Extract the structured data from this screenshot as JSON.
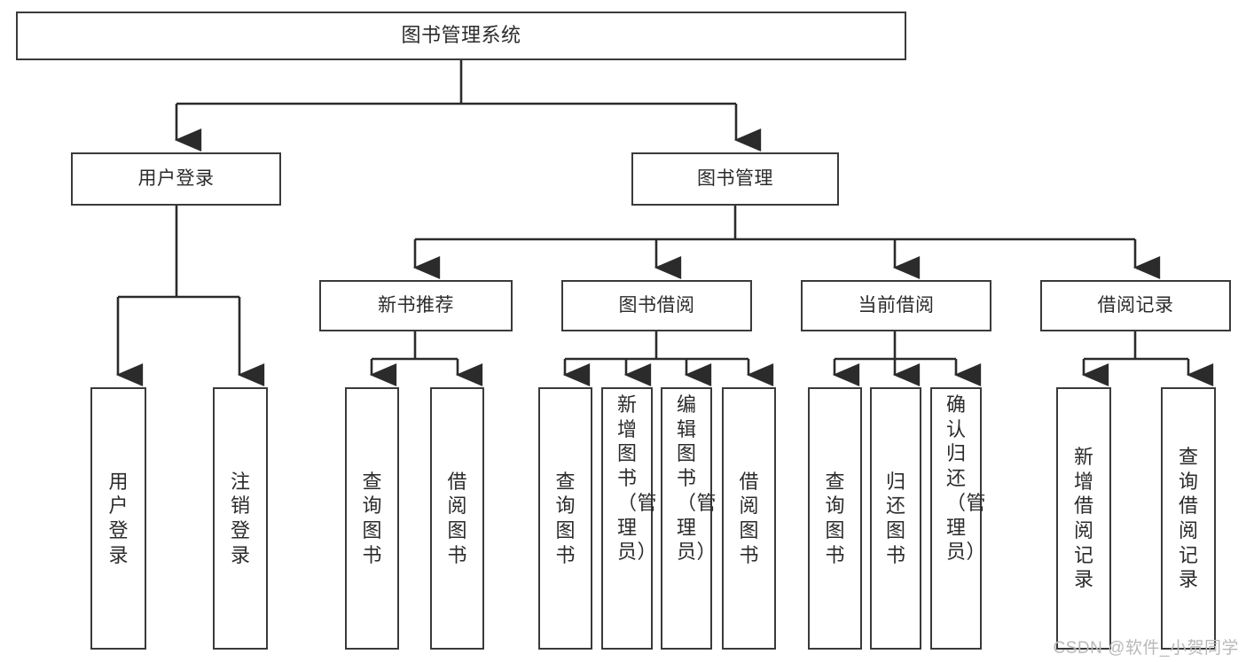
{
  "diagram": {
    "title": "图书管理系统",
    "type": "tree",
    "orientation": "top-down",
    "colors": {
      "box_border": "#3a3a3a",
      "box_fill": "#ffffff",
      "edge": "#2b2b2b",
      "text": "#2b2b2b",
      "watermark": "#b9b9b9",
      "background": "#ffffff"
    },
    "watermark": "CSDN @软件_小贺同学",
    "nodes": {
      "root": {
        "label": "图书管理系统"
      },
      "level1": [
        {
          "id": "user-login",
          "label": "用户登录"
        },
        {
          "id": "book-management",
          "label": "图书管理"
        }
      ],
      "level2": [
        {
          "id": "new-book-recommend",
          "label": "新书推荐"
        },
        {
          "id": "book-borrow",
          "label": "图书借阅"
        },
        {
          "id": "current-borrow",
          "label": "当前借阅"
        },
        {
          "id": "borrow-record",
          "label": "借阅记录"
        }
      ],
      "leaves": [
        {
          "id": "leaf-user-login",
          "label": "用户登录",
          "parent": "user-login"
        },
        {
          "id": "leaf-logout-login",
          "label": "注销登录",
          "parent": "user-login"
        },
        {
          "id": "leaf-query-book-1",
          "label": "查询图书",
          "parent": "new-book-recommend"
        },
        {
          "id": "leaf-borrow-book-1",
          "label": "借阅图书",
          "parent": "new-book-recommend"
        },
        {
          "id": "leaf-query-book-2",
          "label": "查询图书",
          "parent": "book-borrow"
        },
        {
          "id": "leaf-add-book",
          "label": "新增图书（管理员）",
          "parent": "book-borrow"
        },
        {
          "id": "leaf-edit-book",
          "label": "编辑图书（管理员）",
          "parent": "book-borrow"
        },
        {
          "id": "leaf-borrow-book-2",
          "label": "借阅图书",
          "parent": "book-borrow"
        },
        {
          "id": "leaf-query-book-3",
          "label": "查询图书",
          "parent": "current-borrow"
        },
        {
          "id": "leaf-return-book",
          "label": "归还图书",
          "parent": "current-borrow"
        },
        {
          "id": "leaf-confirm-return",
          "label": "确认归还（管理员）",
          "parent": "current-borrow"
        },
        {
          "id": "leaf-add-record",
          "label": "新增借阅记录",
          "parent": "borrow-record"
        },
        {
          "id": "leaf-query-record",
          "label": "查询借阅记录",
          "parent": "borrow-record"
        }
      ]
    }
  }
}
